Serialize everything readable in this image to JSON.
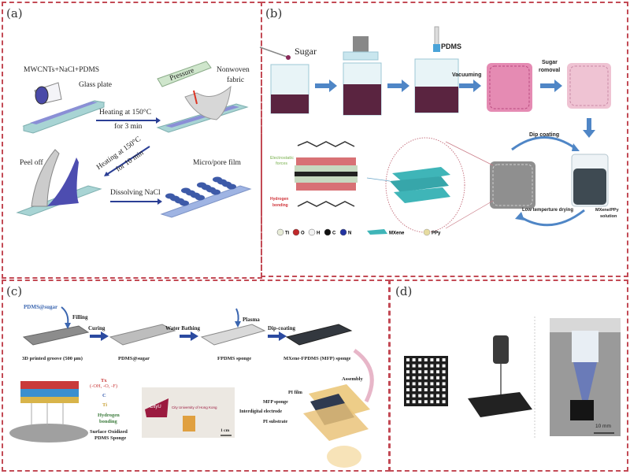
{
  "figure": {
    "border_color": "#c34a55",
    "panels": {
      "a": {
        "label": "(a)",
        "texts": {
          "mix": "MWCNTs+NaCl+PDMS",
          "glass": "Glass plate",
          "pressure": "Pressure",
          "nonwoven1": "Nonwoven",
          "nonwoven2": "fabric",
          "heat1_l1": "Heating at 150°C",
          "heat1_l2": "for 3 min",
          "heat2_l1": "Heating at 150°C",
          "heat2_l2": "for 10 min",
          "peel": "Peel off",
          "dissolve": "Dissolving NaCl",
          "film": "Micro/pore film"
        }
      },
      "b": {
        "label": "(b)",
        "texts": {
          "sugar": "Sugar",
          "pdms": "PDMS",
          "vacuum": "Vacuuming",
          "removal1": "Sugar",
          "removal2": "romoval",
          "dip": "Dip coating",
          "drying": "Low temperture drying",
          "solution1": "MXene/PPy",
          "solution2": "solution",
          "electro1": "Electrostatic",
          "electro2": "forces",
          "hbond1": "Hydrogen",
          "hbond2": "bonding"
        },
        "legend": [
          {
            "label": "Ti",
            "color": "#e8ecd8"
          },
          {
            "label": "O",
            "color": "#c0282a"
          },
          {
            "label": "H",
            "color": "#f2f2f2"
          },
          {
            "label": "C",
            "color": "#111111"
          },
          {
            "label": "N",
            "color": "#2233a0"
          }
        ],
        "legend2": [
          {
            "label": "MXene",
            "color": "#3fb5b8"
          },
          {
            "label": "PPy",
            "color": "#e6dca0"
          }
        ]
      },
      "c": {
        "label": "(c)",
        "texts": {
          "pdms_sugar_top": "PDMS@sugar",
          "filling": "Filling",
          "curing": "Curing",
          "water": "Water Bathing",
          "plasma": "Plasma",
          "dip": "Dip-coating",
          "cap1": "3D printed groove (500 μm)",
          "cap2": "PDMS@sugar",
          "cap3": "FPDMS sponge",
          "cap4": "MXene-FPDMS (MFP) sponge",
          "assembly": "Assembly",
          "tx1": "Tx",
          "tx2": "(-OH, -O, -F)",
          "c": "C",
          "ti": "Ti",
          "hb1": "Hydrogen",
          "hb2": "bonding",
          "surf1": "Surface Oxidized",
          "surf2": "PDMS Sponge",
          "cityu": "CityU",
          "univ": "City University of Hong Kong",
          "scale": "1 cm",
          "pi_film": "PI film",
          "mfp": "MFP sponge",
          "electrode": "Interdigital electrode",
          "pi_sub": "PI substrate"
        }
      },
      "d": {
        "label": "(d)",
        "texts": {
          "scale": "10 mm"
        }
      }
    }
  }
}
